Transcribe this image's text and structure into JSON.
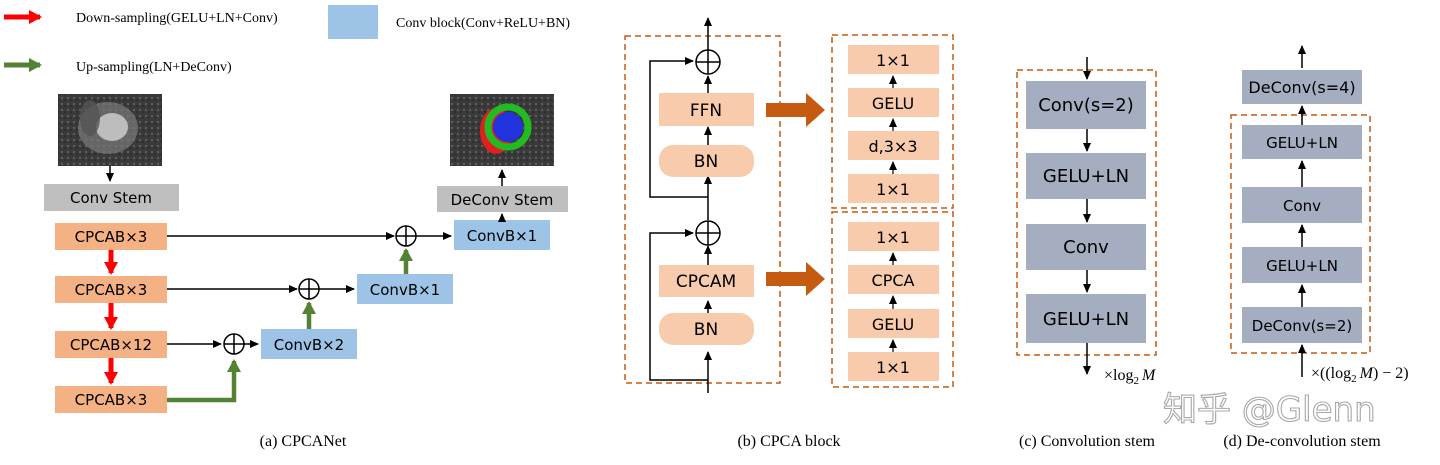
{
  "legend": {
    "down": "Down-sampling(GELU+LN+Conv)",
    "up": "Up-sampling(LN+DeConv)",
    "conv_block": "Conv block(Conv+ReLU+BN)"
  },
  "colors": {
    "orange_block": "#f4b183",
    "peach_block": "#f8cbad",
    "blue_block": "#9dc3e6",
    "gray_block": "#bfbfbf",
    "slate_block": "#a5aec0",
    "down_arrow": "#ff0000",
    "up_arrow": "#548235",
    "dashed_frame": "#c55a11",
    "big_arrow": "#c55a11"
  },
  "panel_a": {
    "conv_stem": "Conv Stem",
    "deconv_stem": "DeConv Stem",
    "encoder": [
      "CPCAB×3",
      "CPCAB×3",
      "CPCAB×12",
      "CPCAB×3"
    ],
    "decoder": [
      "ConvB×1",
      "ConvB×1",
      "ConvB×2"
    ],
    "caption": "(a) CPCANet",
    "input_image": "cardiac-mri-input",
    "output_image": "cardiac-mri-segmentation"
  },
  "panel_b": {
    "upper": [
      "FFN",
      "BN"
    ],
    "lower": [
      "CPCAM",
      "BN"
    ],
    "ffn_detail": [
      "1×1",
      "GELU",
      "d,3×3",
      "1×1"
    ],
    "cpcam_detail": [
      "1×1",
      "CPCA",
      "GELU",
      "1×1"
    ],
    "caption": "(b) CPCA block"
  },
  "panel_c": {
    "blocks": [
      "Conv(s=2)",
      "GELU+LN",
      "Conv",
      "GELU+LN"
    ],
    "repeat": "×log",
    "repeat_sub": "2",
    "repeat_var": "M",
    "caption": "(c) Convolution stem"
  },
  "panel_d": {
    "top_block": "DeConv(s=4)",
    "blocks": [
      "GELU+LN",
      "Conv",
      "GELU+LN",
      "DeConv(s=2)"
    ],
    "repeat_pre": "×((log",
    "repeat_sub": "2",
    "repeat_var": "M",
    "repeat_post": ") − 2)",
    "caption": "(d) De-convolution stem"
  },
  "watermark": "知乎 @Glenn"
}
